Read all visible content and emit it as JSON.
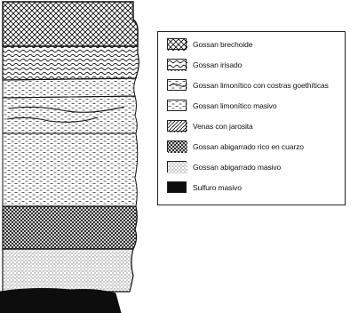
{
  "legend": {
    "items": [
      {
        "label": "Gossan brechoide",
        "pattern": "crosshatch"
      },
      {
        "label": "Gossan irisado",
        "pattern": "wavy"
      },
      {
        "label": "Gossan limonítico con costras goethíticas",
        "pattern": "dashes-crusts"
      },
      {
        "label": "Gossan limonítico masivo",
        "pattern": "dashes"
      },
      {
        "label": "Venas con jarosita",
        "pattern": "diagonal"
      },
      {
        "label": "Gossan abigarrado rico en cuarzo",
        "pattern": "dense-crosshatch"
      },
      {
        "label": "Gossan abigarrado masivo",
        "pattern": "stipple"
      },
      {
        "label": "Sulfuro masivo",
        "pattern": "solid"
      }
    ]
  },
  "colors": {
    "ink": "#111111",
    "background": "#ffffff"
  }
}
